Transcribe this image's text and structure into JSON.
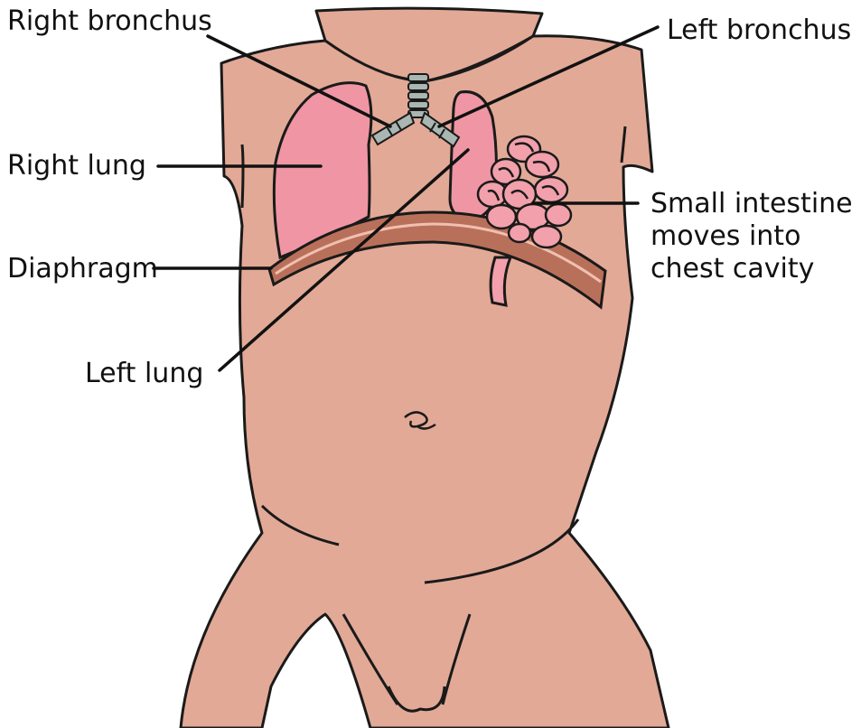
{
  "colors": {
    "skin": "#e2a996",
    "outline": "#1a1a1a",
    "lung": "#ef95a3",
    "diaphragm": "#b9705a",
    "diaphragm_edge": "#8a4e3c",
    "intestine": "#f2a0ab",
    "bronchus": "#a9b6b2",
    "label_line": "#111111"
  },
  "labels": {
    "right_bronchus": "Right bronchus",
    "left_bronchus": "Left bronchus",
    "right_lung": "Right lung",
    "left_lung": "Left lung",
    "diaphragm": "Diaphragm",
    "small_intestine": [
      "Small intestine",
      "moves into",
      "chest cavity"
    ]
  }
}
